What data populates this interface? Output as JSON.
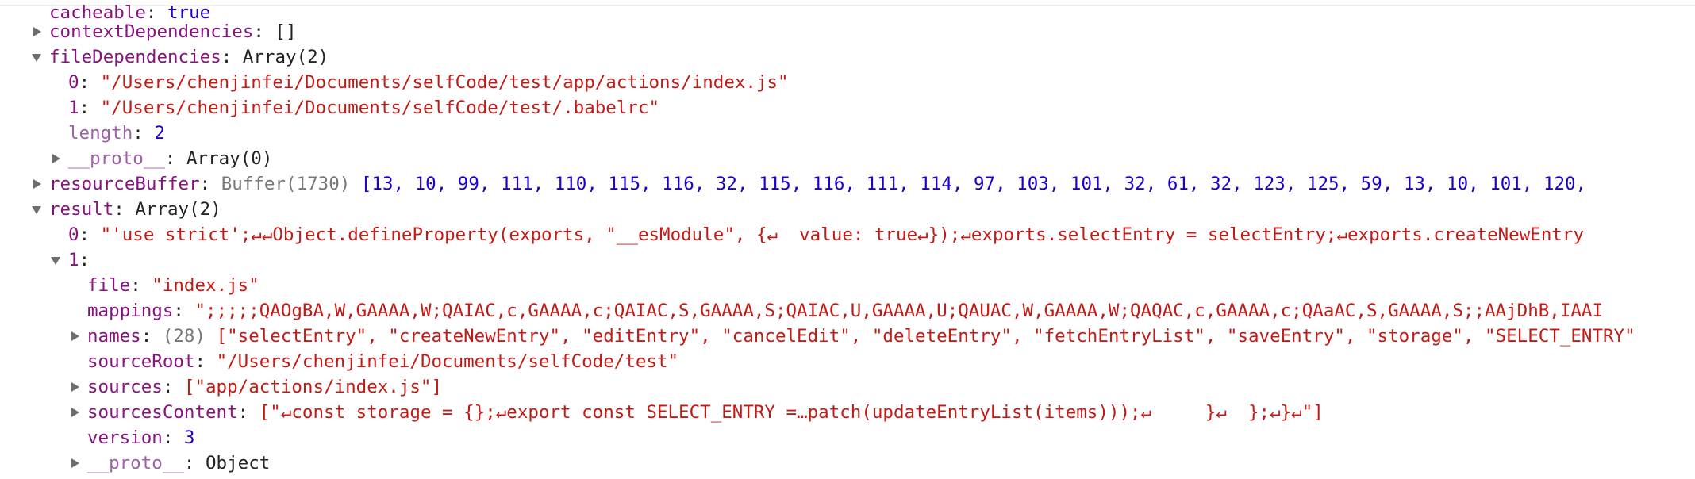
{
  "rows": {
    "cacheable": {
      "key": "cacheable",
      "value": "true"
    },
    "contextDependencies": {
      "key": "contextDependencies",
      "value": "[]"
    },
    "fileDependencies": {
      "key": "fileDependencies",
      "value": "Array(2)"
    },
    "fd0": {
      "key": "0",
      "value": "\"/Users/chenjinfei/Documents/selfCode/test/app/actions/index.js\""
    },
    "fd1": {
      "key": "1",
      "value": "\"/Users/chenjinfei/Documents/selfCode/test/.babelrc\""
    },
    "fdLength": {
      "key": "length",
      "value": "2"
    },
    "fdProto": {
      "key": "__proto__",
      "value": "Array(0)"
    },
    "resourceBuffer": {
      "key": "resourceBuffer",
      "type": "Buffer(1730)",
      "value": "[13, 10, 99, 111, 110, 115, 116, 32, 115, 116, 111, 114, 97, 103, 101, 32, 61, 32, 123, 125, 59, 13, 10, 101, 120,"
    },
    "result": {
      "key": "result",
      "value": "Array(2)"
    },
    "r0": {
      "key": "0",
      "value": "\"'use strict';↵↵Object.defineProperty(exports, \"__esModule\", {↵  value: true↵});↵exports.selectEntry = selectEntry;↵exports.createNewEntry"
    },
    "r1": {
      "key": "1"
    },
    "file": {
      "key": "file",
      "value": "\"index.js\""
    },
    "mappings": {
      "key": "mappings",
      "value": "\";;;;;QAOgBA,W,GAAAA,W;QAIAC,c,GAAAA,c;QAIAC,S,GAAAA,S;QAIAC,U,GAAAA,U;QAUAC,W,GAAAA,W;QAQAC,c,GAAAA,c;QAaAC,S,GAAAA,S;;AAjDhB,IAAI"
    },
    "names": {
      "key": "names",
      "count": "(28)",
      "value": "[\"selectEntry\", \"createNewEntry\", \"editEntry\", \"cancelEdit\", \"deleteEntry\", \"fetchEntryList\", \"saveEntry\", \"storage\", \"SELECT_ENTRY\""
    },
    "sourceRoot": {
      "key": "sourceRoot",
      "value": "\"/Users/chenjinfei/Documents/selfCode/test\""
    },
    "sources": {
      "key": "sources",
      "value": "[\"app/actions/index.js\"]"
    },
    "sourcesContent": {
      "key": "sourcesContent",
      "value": "[\"↵const storage = {};↵export const SELECT_ENTRY =…patch(updateEntryList(items)));↵     }↵  };↵}↵\"]"
    },
    "version": {
      "key": "version",
      "value": "3"
    },
    "proto2": {
      "key": "__proto__",
      "value": "Object"
    }
  }
}
